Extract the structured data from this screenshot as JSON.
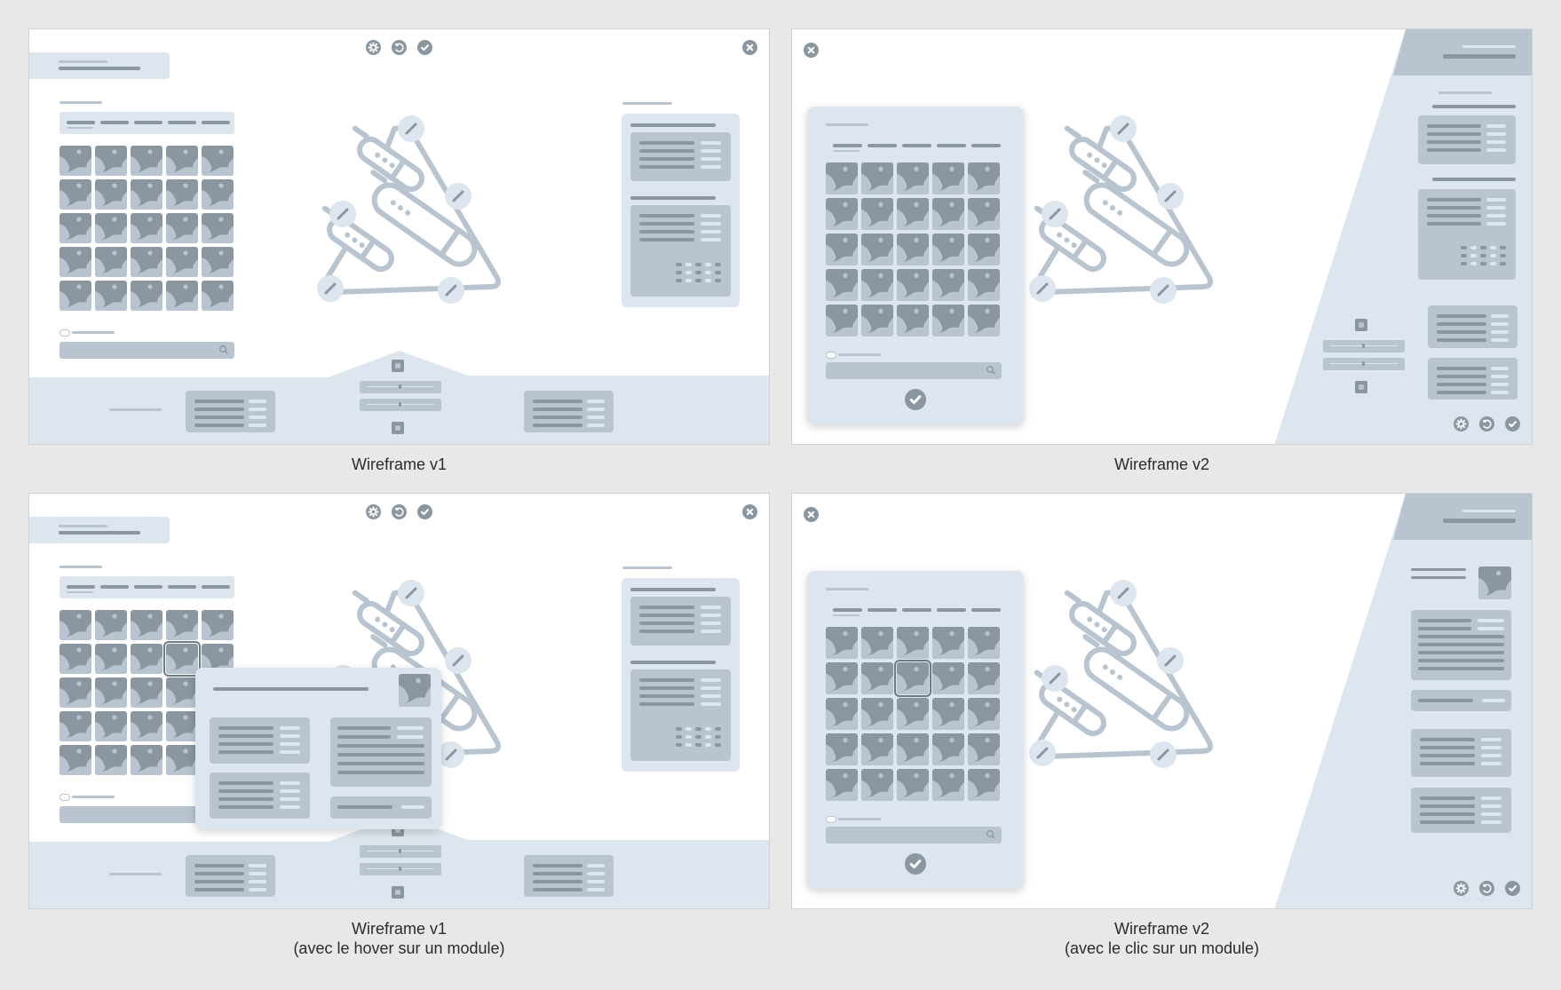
{
  "captions": [
    {
      "title": "Wireframe v1"
    },
    {
      "title": "Wireframe v2"
    },
    {
      "title": "Wireframe v1",
      "subtitle": "(avec le hover sur un module)"
    },
    {
      "title": "Wireframe v2",
      "subtitle": "(avec le clic sur un module)"
    }
  ],
  "panels": [
    {
      "variant": "v1",
      "state": "default"
    },
    {
      "variant": "v2",
      "state": "default"
    },
    {
      "variant": "v1",
      "state": "hover",
      "highlight": {
        "row": 2,
        "col": 4
      }
    },
    {
      "variant": "v2",
      "state": "click",
      "highlight": {
        "row": 2,
        "col": 3
      }
    }
  ],
  "icons": {
    "toolbar": [
      "gear-icon",
      "undo-icon",
      "check-icon"
    ],
    "close": "close-icon",
    "edit": "pencil-icon",
    "search": "search-icon"
  },
  "colors": {
    "background": "#e8e8e8",
    "panel": "#ffffff",
    "light": "#dde5ee",
    "mid": "#b8c4cf",
    "dark": "#8a96a0"
  }
}
